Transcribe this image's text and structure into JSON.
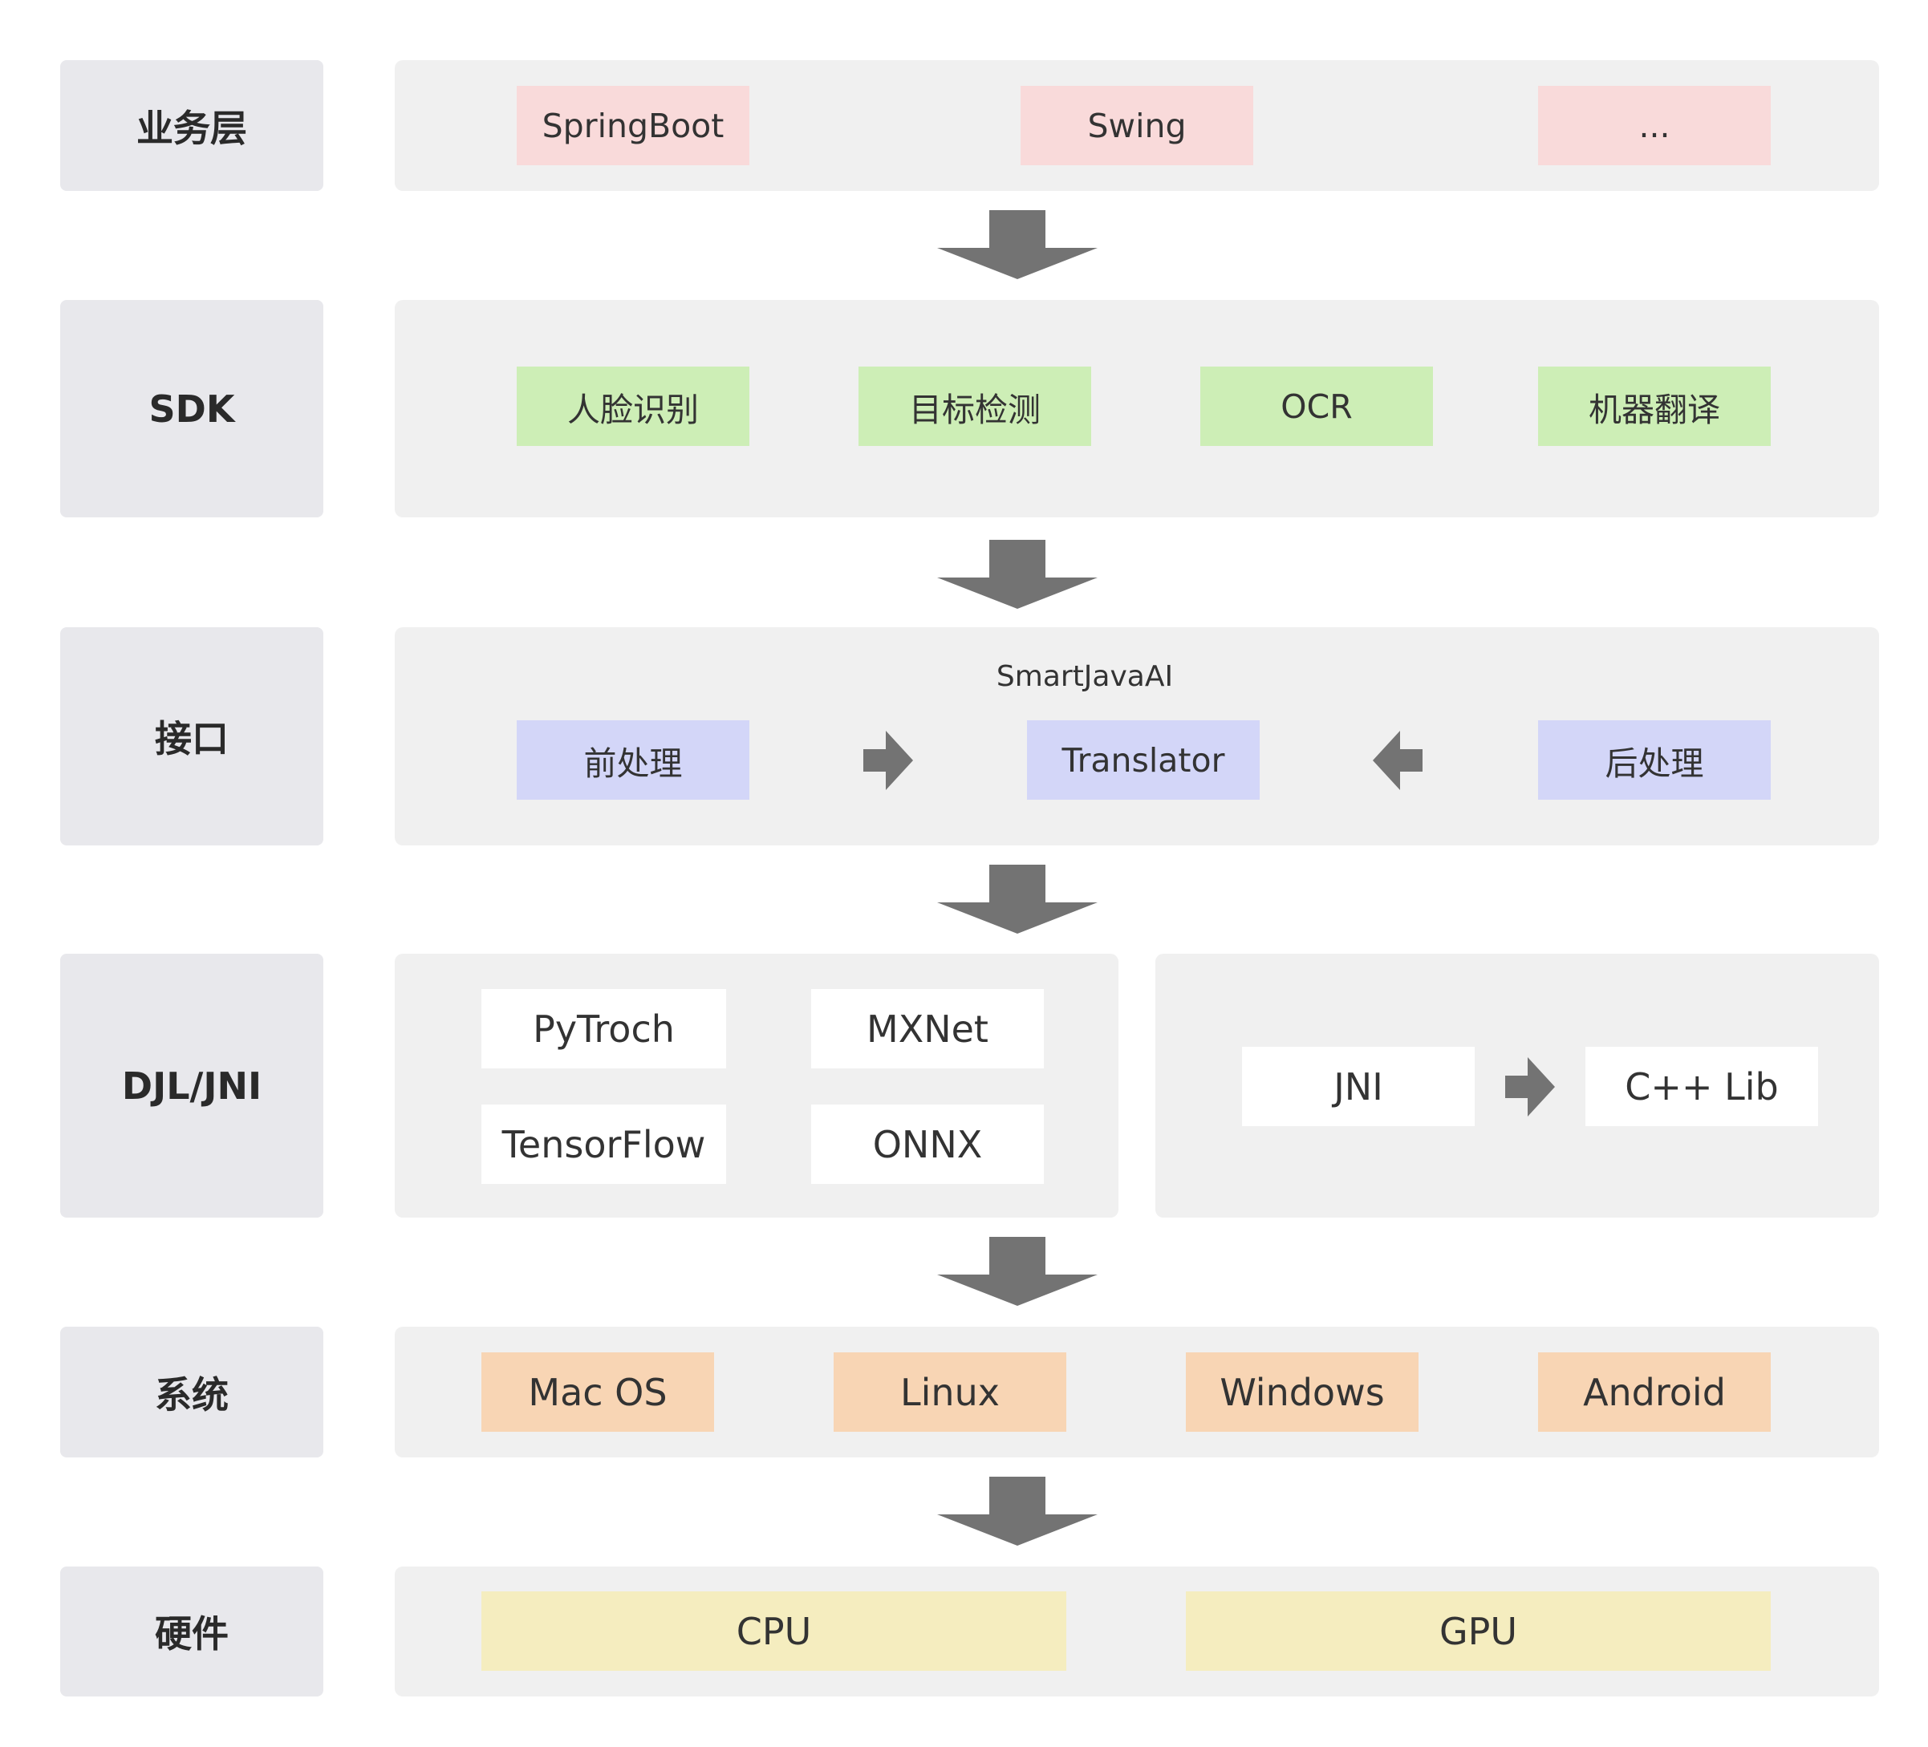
{
  "layers": [
    {
      "label": "业务层",
      "items": [
        "SpringBoot",
        "Swing",
        "..."
      ]
    },
    {
      "label": "SDK",
      "items": [
        "人脸识别",
        "目标检测",
        "OCR",
        "机器翻译"
      ]
    },
    {
      "label": "接口",
      "caption": "SmartJavaAI",
      "items": [
        "前处理",
        "Translator",
        "后处理"
      ]
    },
    {
      "label": "DJL/JNI",
      "engines": [
        "PyTroch",
        "MXNet",
        "TensorFlow",
        "ONNX"
      ],
      "native": [
        "JNI",
        "C++ Lib"
      ]
    },
    {
      "label": "系统",
      "items": [
        "Mac OS",
        "Linux",
        "Windows",
        "Android"
      ]
    },
    {
      "label": "硬件",
      "items": [
        "CPU",
        "GPU"
      ]
    }
  ],
  "colors": {
    "label_bg": "#e8e8ec",
    "panel_bg": "#f0f0f0",
    "business": "#f9dada",
    "sdk": "#cdeeb6",
    "interface": "#d3d6f8",
    "engine": "#ffffff",
    "system": "#f8d5b4",
    "hardware": "#f5edbf",
    "arrow": "#737373"
  },
  "icons": [
    "arrow-down-icon",
    "arrow-right-icon",
    "arrow-left-icon"
  ]
}
